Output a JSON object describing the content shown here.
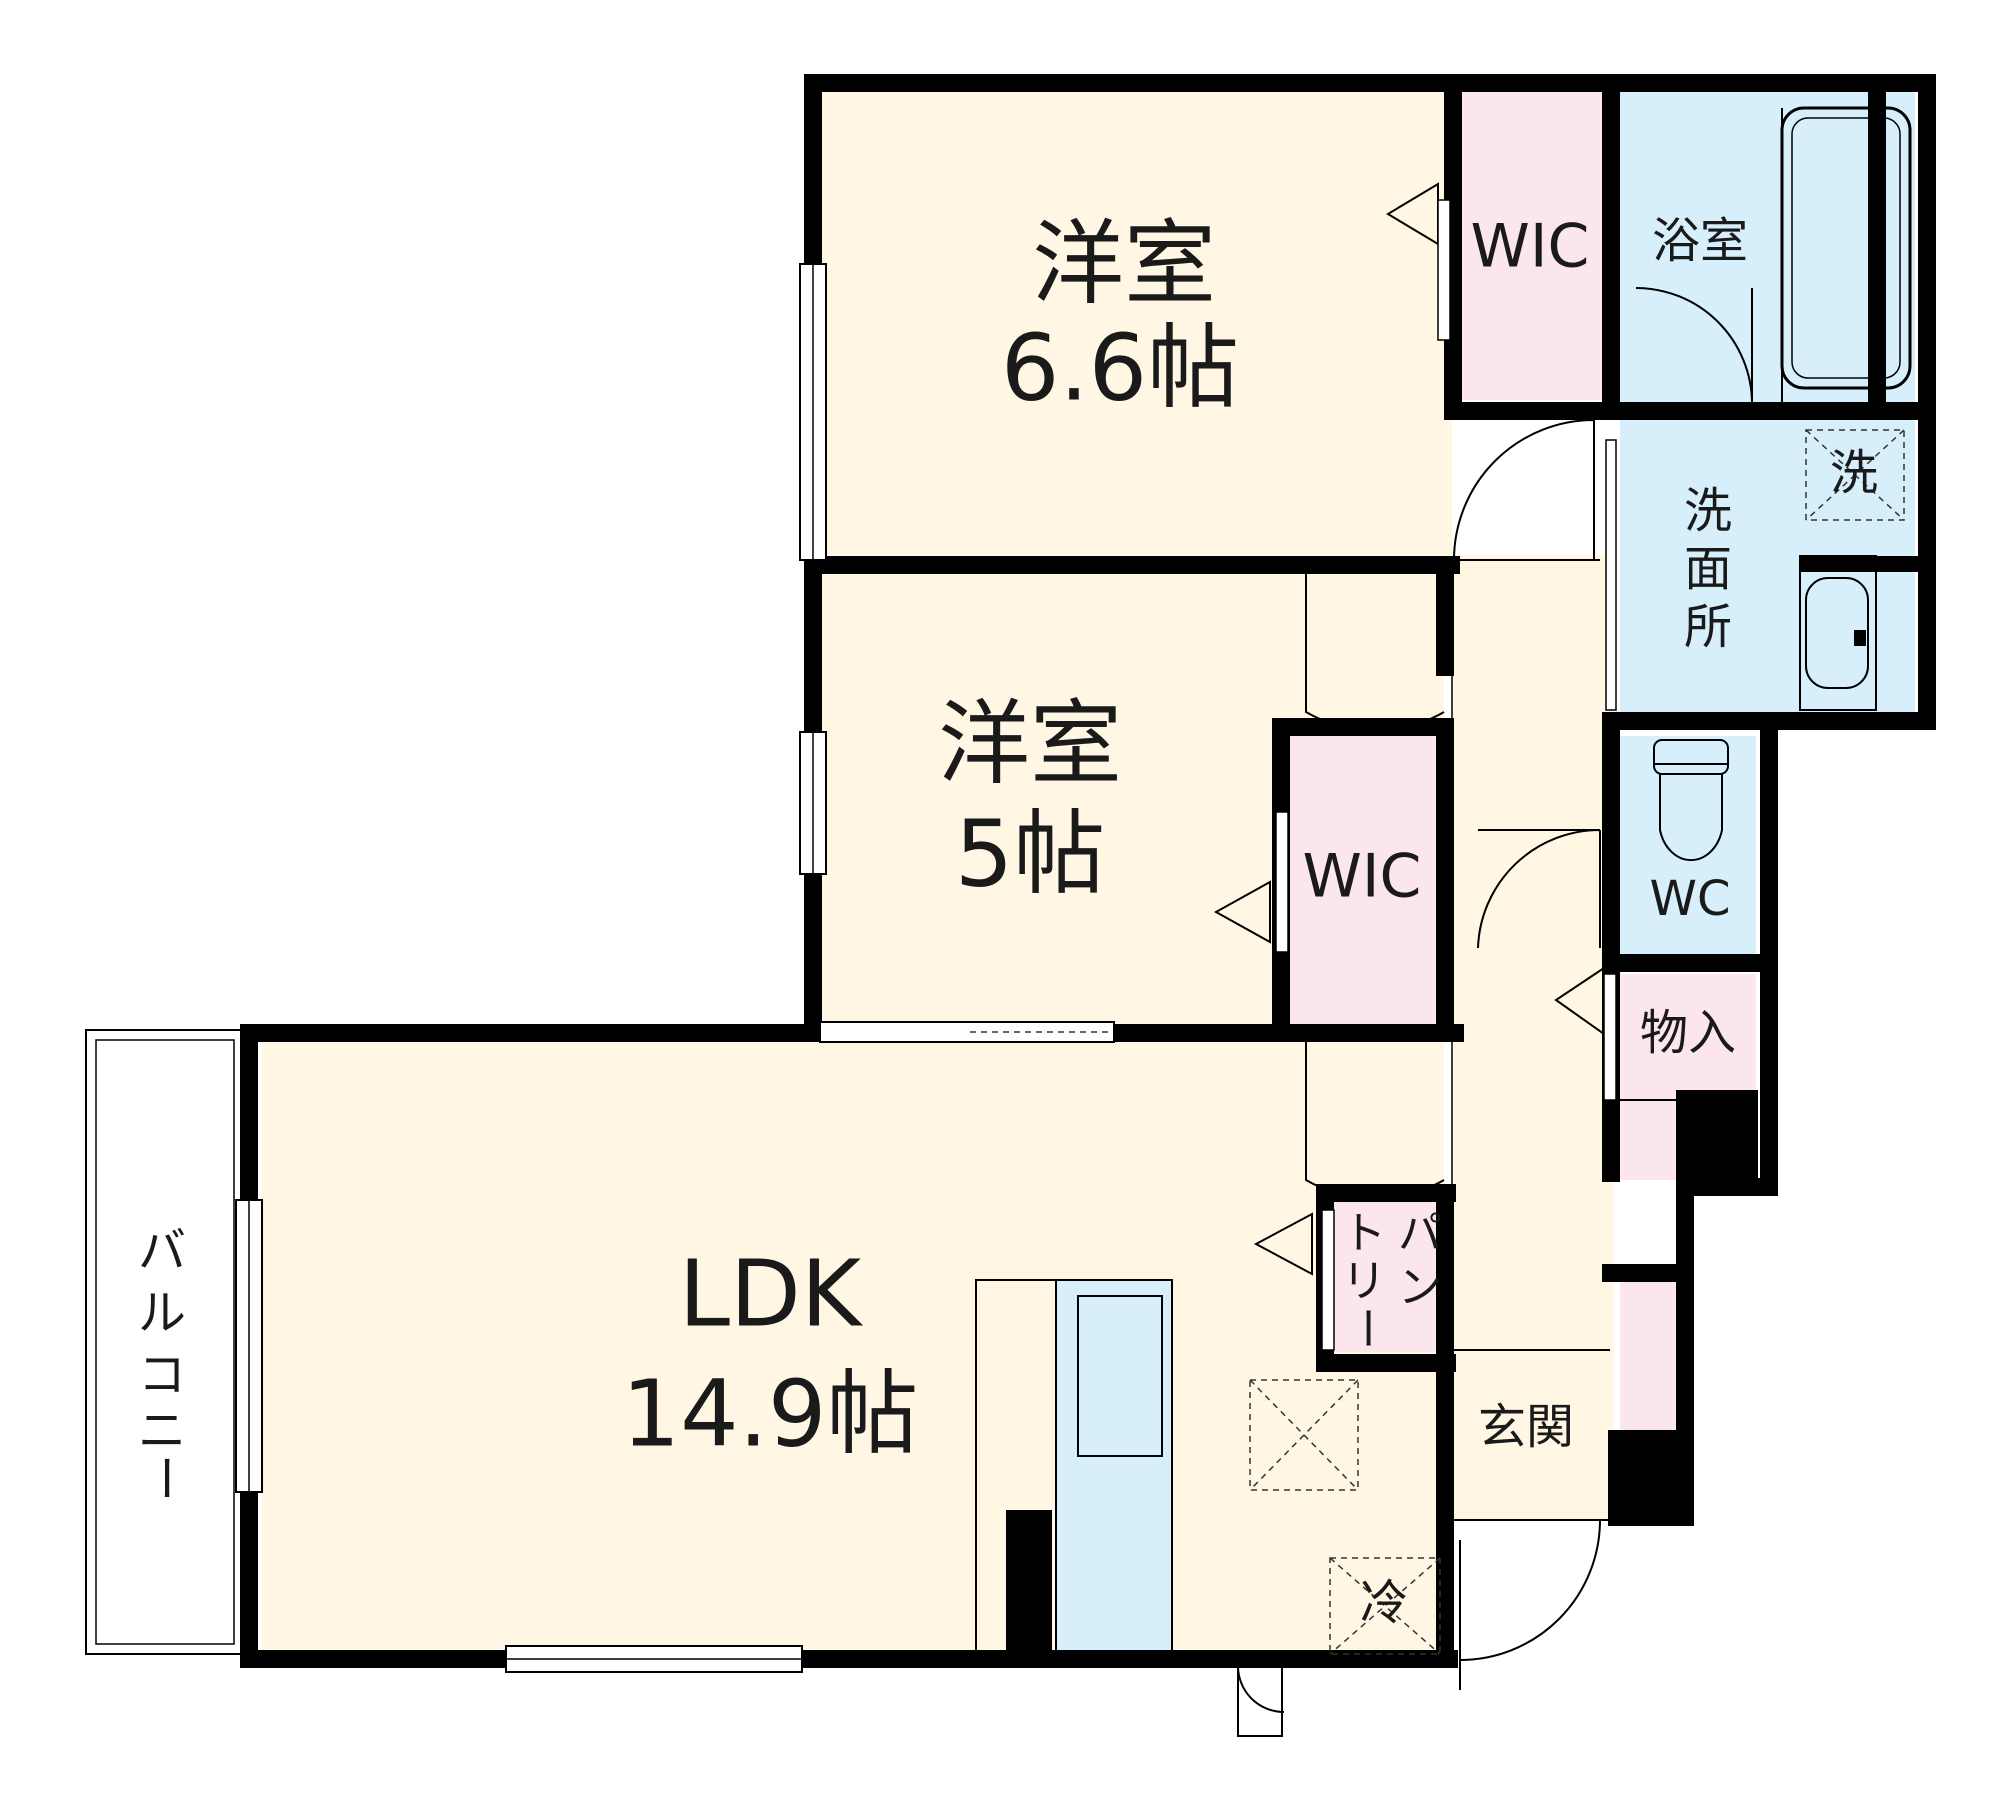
{
  "colors": {
    "room": "#fff7e4",
    "closet": "#fce6ee",
    "wet": "#d6effb",
    "wall": "#000000"
  },
  "rooms": {
    "western1": {
      "name": "洋室",
      "size": "6.6帖"
    },
    "western2": {
      "name": "洋室",
      "size": "5帖"
    },
    "ldk": {
      "name": "LDK",
      "size": "14.9帖"
    },
    "wic1": "WIC",
    "wic2": "WIC",
    "bath": "浴室",
    "washroom": [
      "洗",
      "面",
      "所"
    ],
    "washer": "洗",
    "wc": "WC",
    "storage": "物入",
    "pantry": [
      "パ",
      "ン",
      "ト",
      "リ",
      "ー"
    ],
    "entrance": "玄関",
    "fridge": "冷",
    "balcony": [
      "バ",
      "ル",
      "コ",
      "ニ",
      "ー"
    ]
  }
}
